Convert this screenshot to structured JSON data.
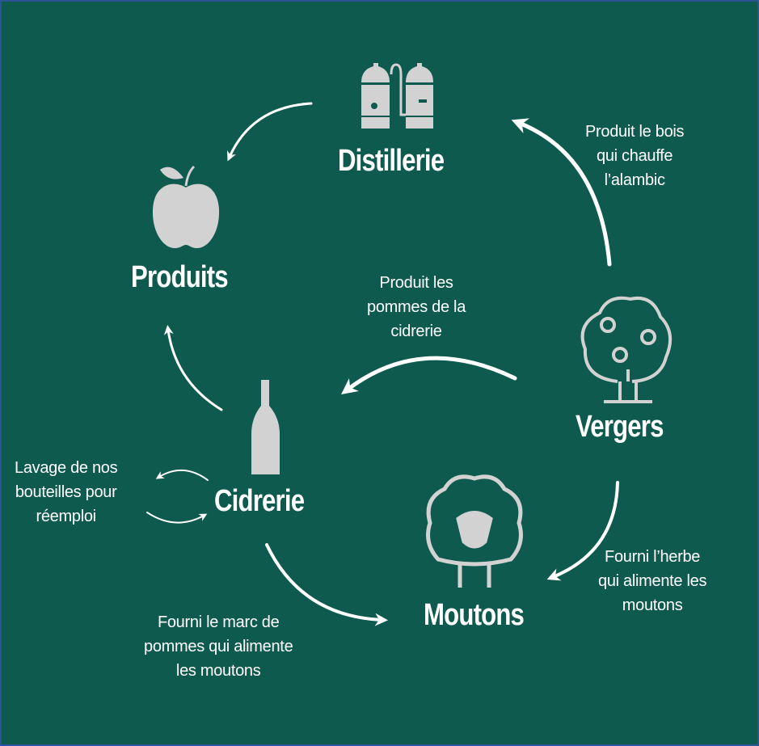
{
  "nodes": {
    "distillerie": "Distillerie",
    "produits": "Produits",
    "cidrerie": "Cidrerie",
    "vergers": "Vergers",
    "moutons": "Moutons"
  },
  "notes": {
    "vergers_distillerie": [
      "Produit le bois",
      "qui chauffe",
      "l’alambic"
    ],
    "vergers_cidrerie": [
      "Produit les",
      "pommes de la",
      "cidrerie"
    ],
    "cidrerie_loop": [
      "Lavage de nos",
      "bouteilles pour",
      "réemploi"
    ],
    "vergers_moutons": [
      "Fourni l’herbe",
      "qui alimente les",
      "moutons"
    ],
    "cidrerie_moutons": [
      "Fourni le marc de",
      "pommes qui alimente",
      "les moutons"
    ]
  },
  "colors": {
    "background": "#0f5a4e",
    "border": "#2b5597",
    "icon": "#d2d2d2",
    "text": "#ffffff"
  }
}
